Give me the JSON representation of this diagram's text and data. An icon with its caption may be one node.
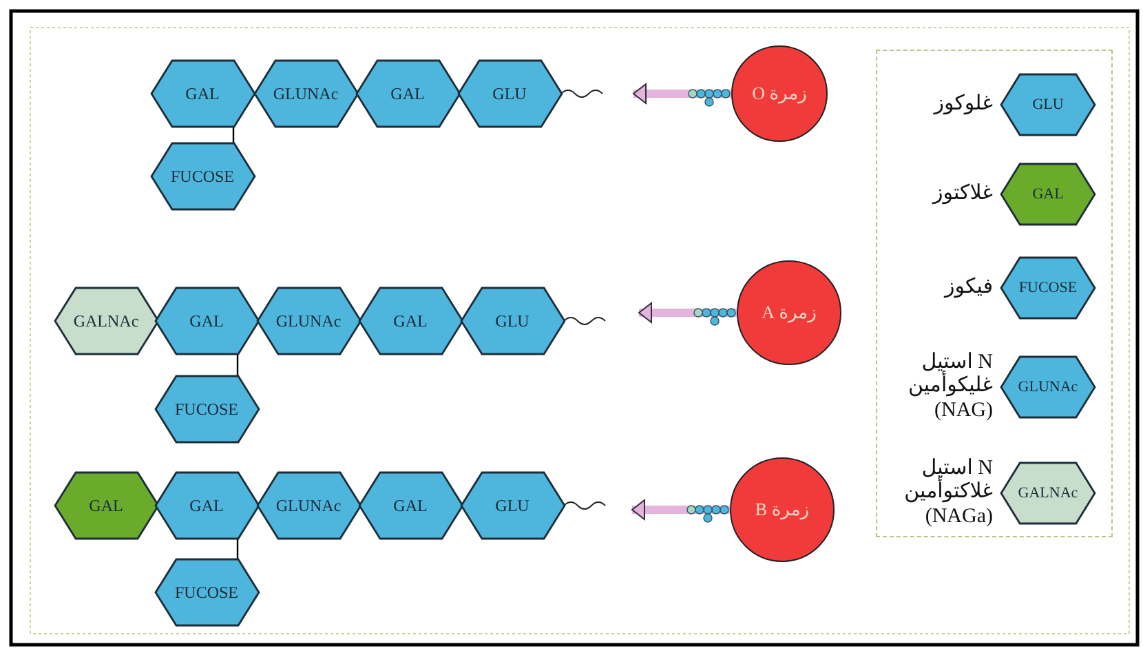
{
  "diagram": {
    "nodes": [
      {
        "text": [
          "GAL"
        ]
      },
      {
        "text": [
          "GLUNAc"
        ]
      },
      {
        "text": [
          "GAL"
        ]
      },
      {
        "text": [
          "GLU"
        ]
      },
      {
        "text": [
          "FUCOSE"
        ]
      },
      {
        "text": [
          "زمرة O"
        ]
      },
      {
        "text": [
          "GALNAc"
        ]
      },
      {
        "text": [
          "GAL"
        ]
      },
      {
        "text": [
          "GLUNAc"
        ]
      },
      {
        "text": [
          "GAL"
        ]
      },
      {
        "text": [
          "GLU"
        ]
      },
      {
        "text": [
          "FUCOSE"
        ]
      },
      {
        "text": [
          "زمرة A"
        ]
      },
      {
        "text": [
          "GAL"
        ]
      },
      {
        "text": [
          "GAL"
        ]
      },
      {
        "text": [
          "GLUNAc"
        ]
      },
      {
        "text": [
          "GAL"
        ]
      },
      {
        "text": [
          "GLU"
        ]
      },
      {
        "text": [
          "FUCOSE"
        ]
      },
      {
        "text": [
          "زمرة B"
        ]
      },
      {
        "text": [],
        "shape": "box"
      },
      {
        "text": [
          "GLU"
        ],
        "beside": [
          "غلوكوز"
        ],
        "in": 20
      },
      {
        "text": [
          "GAL"
        ],
        "beside": [
          "غلاكتوز"
        ],
        "in": 20
      },
      {
        "text": [
          "FUCOSE"
        ],
        "beside": [
          "فيكوز"
        ],
        "in": 20
      },
      {
        "text": [
          "GLUNAc"
        ],
        "beside": [
          "N استيل غليكوأمين (NAG)"
        ],
        "in": 20
      },
      {
        "text": [
          "GALNAc"
        ],
        "beside": [
          "N استيل غلاكتوأمين (NAGa)"
        ],
        "in": 20
      }
    ],
    "edges": [
      {
        "from": 0,
        "to": 4,
        "arrow": "none"
      },
      {
        "from": 5,
        "to": null,
        "arrow": "to",
        "style": "thick",
        "color": "#e3b5dc"
      },
      {
        "from": 7,
        "to": 11,
        "arrow": "none"
      },
      {
        "from": 12,
        "to": null,
        "arrow": "to",
        "style": "thick",
        "color": "#e3b5dc"
      },
      {
        "from": 14,
        "to": 18,
        "arrow": "none"
      },
      {
        "from": 19,
        "to": null,
        "arrow": "to",
        "style": "thick",
        "color": "#e3b5dc"
      }
    ]
  }
}
